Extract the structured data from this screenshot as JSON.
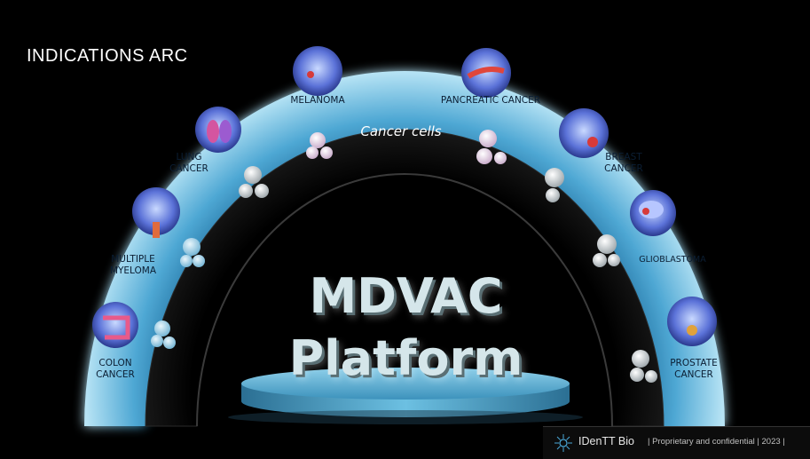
{
  "slide": {
    "title": "INDICATIONS ARC",
    "center_line1": "MDVAC",
    "center_line2": "Platform",
    "inner_arc_label": "Cancer cells"
  },
  "indications": [
    {
      "name": "melanoma",
      "line1": "MELANOMA",
      "line2": ""
    },
    {
      "name": "pancreatic",
      "line1": "PANCREATIC CANCER",
      "line2": ""
    },
    {
      "name": "lung",
      "line1": "LUNG",
      "line2": "CANCER"
    },
    {
      "name": "breast",
      "line1": "BREAST",
      "line2": "CANCER"
    },
    {
      "name": "myeloma",
      "line1": "MULTIPLE",
      "line2": "MYELOMA"
    },
    {
      "name": "glioblastoma",
      "line1": "GLIOBLASTOMA",
      "line2": ""
    },
    {
      "name": "colon",
      "line1": "COLON",
      "line2": "CANCER"
    },
    {
      "name": "prostate",
      "line1": "PROSTATE",
      "line2": "CANCER"
    }
  ],
  "footer": {
    "brand": "IDenTT Bio",
    "confidential": "Proprietary and confidential",
    "year": "2023"
  },
  "colors": {
    "arc_light": "#a9dcf2",
    "arc_dark": "#2f86b8",
    "inner_arc": "#0d0d0d",
    "platform": "#5fb3d6"
  }
}
